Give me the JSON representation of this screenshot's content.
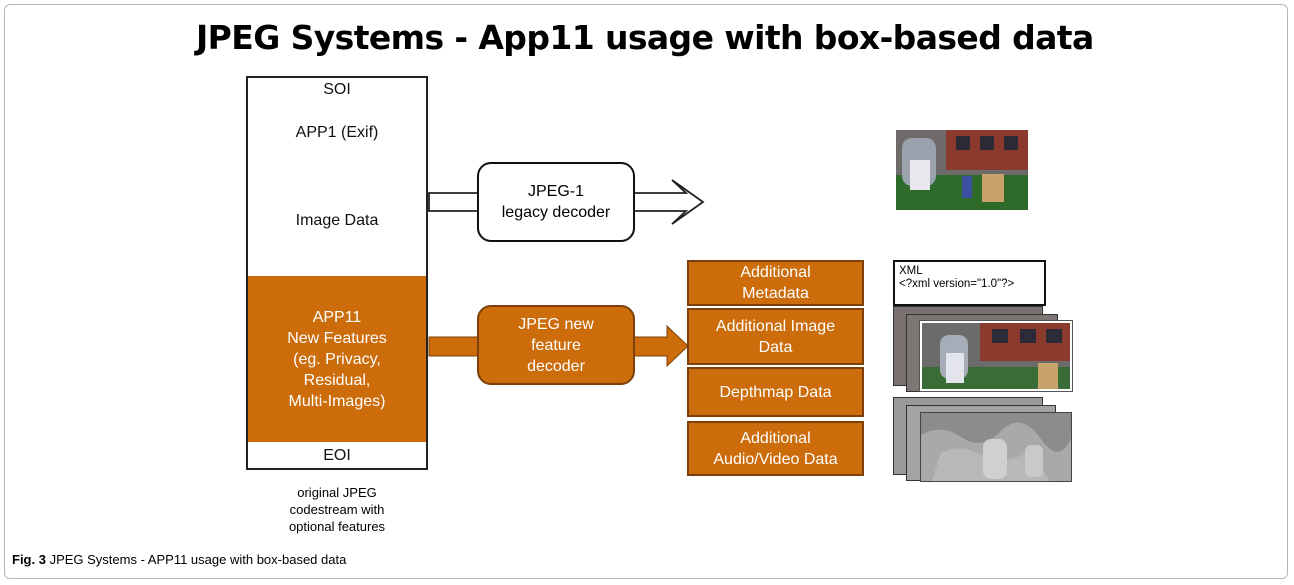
{
  "title": "JPEG Systems - App11 usage with box-based data",
  "codestream": {
    "soi": "SOI",
    "app1": "APP1 (Exif)",
    "image_data": "Image Data",
    "app11_lines": [
      "APP11",
      "New Features",
      "(eg. Privacy,",
      "Residual,",
      "Multi-Images)"
    ],
    "eoi": "EOI",
    "note_lines": [
      "original JPEG",
      "codestream with",
      "optional features"
    ]
  },
  "decoders": {
    "legacy_lines": [
      "JPEG-1",
      "legacy decoder"
    ],
    "new_lines": [
      "JPEG new",
      "feature",
      "decoder"
    ]
  },
  "outputs": [
    {
      "lines": [
        "Additional",
        "Metadata"
      ]
    },
    {
      "lines": [
        "Additional Image",
        "Data"
      ]
    },
    {
      "lines": [
        "Depthmap Data"
      ]
    },
    {
      "lines": [
        "Additional",
        "Audio/Video Data"
      ]
    }
  ],
  "xml_box": {
    "line1": "XML",
    "line2": "<?xml version=\"1.0\"?>"
  },
  "caption": {
    "label": "Fig. 3",
    "text": " JPEG Systems - APP11 usage with box-based data"
  },
  "colors": {
    "accent_orange": "#cc6c0a",
    "accent_dark": "#7d4009"
  }
}
